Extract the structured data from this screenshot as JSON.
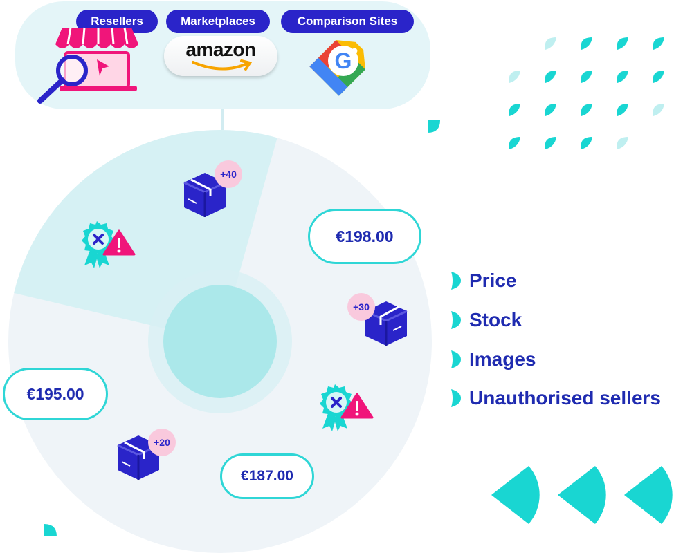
{
  "sources": {
    "resellers_label": "Resellers",
    "marketplaces_label": "Marketplaces",
    "comparison_label": "Comparison Sites",
    "amazon_wordmark": "amazon",
    "google_letter": "G"
  },
  "radar": {
    "prices": [
      "€198.00",
      "€195.00",
      "€187.00"
    ],
    "stock_badges": [
      "+40",
      "+30",
      "+20"
    ]
  },
  "features": [
    {
      "label": "Price"
    },
    {
      "label": "Stock"
    },
    {
      "label": "Images"
    },
    {
      "label": "Unauthorised sellers"
    }
  ],
  "colors": {
    "primary_blue": "#2a24c9",
    "text_blue": "#1f2bb0",
    "teal": "#19d6d2",
    "pink": "#f0157a",
    "badge_pink": "#f9c9dd",
    "panel_bg": "#e4f5f8",
    "radar_bg": "#eff4f8"
  },
  "icons": [
    "store-magnifier-icon",
    "amazon-logo",
    "google-shopping-tag-icon",
    "box-icon",
    "warning-badge-icon",
    "leaf-bullet-icon"
  ]
}
